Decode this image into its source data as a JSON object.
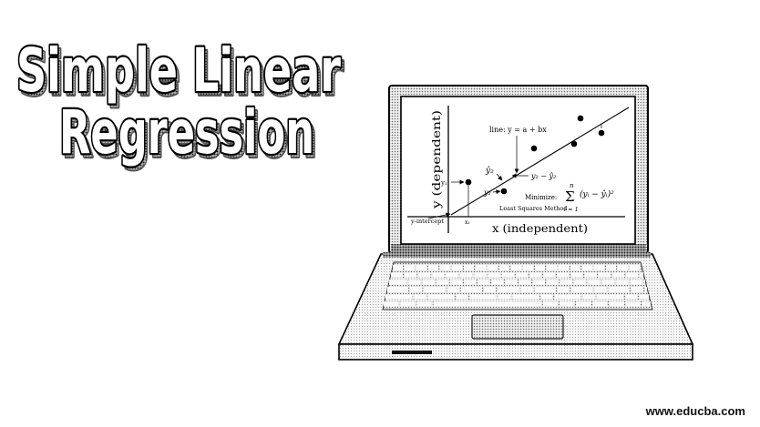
{
  "banner": {
    "title_line1": "Simple Linear",
    "title_line2": "Regression",
    "website": "www.educba.com"
  },
  "diagram": {
    "line_label": "line: y = a + bx",
    "y_axis_label": "y (dependent)",
    "x_axis_label": "x (independent)",
    "y_intercept_label": "y-intercept",
    "x1_label": "x₁",
    "y1_label": "y₁",
    "y2_hat_label": "ŷ₂",
    "residual_label": "y₂ − ŷ₂",
    "y2_label": "y₂",
    "minimize_label": "Minimize:",
    "sum_symbol": "Σ",
    "sum_upper": "n",
    "sum_lower": "i = 1",
    "sum_term": "(yᵢ − ŷᵢ)²",
    "method_label": "Least Squares Method"
  },
  "colors": {
    "ink": "#000000",
    "paper": "#ffffff",
    "halftone_gray": "#6a6a6a"
  },
  "icons": {
    "device": "laptop-icon"
  }
}
